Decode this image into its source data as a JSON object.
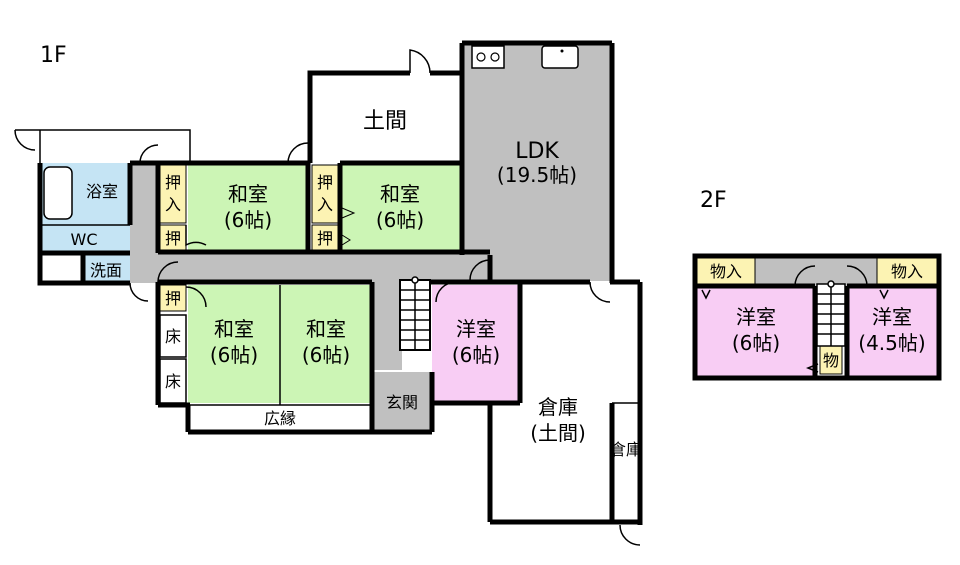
{
  "floors": {
    "f1": "1F",
    "f2": "2F"
  },
  "rooms_1f": {
    "doma": "土間",
    "ldk": "LDK",
    "ldk_size": "(19.5帖)",
    "bath": "浴室",
    "wc": "WC",
    "washroom": "洗面",
    "washitsu_a": "和室",
    "washitsu_a_size": "(6帖)",
    "washitsu_b": "和室",
    "washitsu_b_size": "(6帖)",
    "washitsu_c": "和室",
    "washitsu_c_size": "(6帖)",
    "washitsu_d": "和室",
    "washitsu_d_size": "(6帖)",
    "youshitsu": "洋室",
    "youshitsu_size": "(6帖)",
    "entrance": "玄関",
    "engawa": "広縁",
    "storage": "倉庫",
    "storage_sub": "(土間)",
    "storage_small": "倉庫",
    "closet_oshiire_top": "押",
    "closet_oshiire_bottom": "入",
    "closet_oshi": "押",
    "alcove": "床"
  },
  "rooms_2f": {
    "storage_left": "物入",
    "storage_right": "物入",
    "youshitsu_left": "洋室",
    "youshitsu_left_size": "(6帖)",
    "youshitsu_right": "洋室",
    "youshitsu_right_size": "(4.5帖)",
    "mono": "物"
  },
  "colors": {
    "washitsu": "#ccf5b5",
    "youshitsu": "#f8cdf4",
    "bath": "#c5e4f4",
    "closet": "#fcf3b3",
    "corridor": "#c0c0c0",
    "wall": "#000000"
  }
}
